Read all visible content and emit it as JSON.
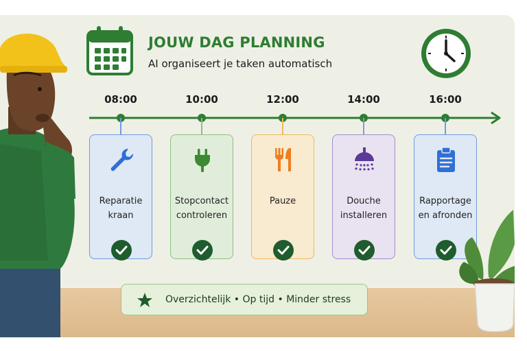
{
  "header": {
    "title": "JOUW DAG PLANNING",
    "subtitle": "AI organiseert je taken automatisch",
    "calendar_icon": "calendar-icon",
    "clock_icon": "clock-icon"
  },
  "timeline": {
    "times": [
      "08:00",
      "10:00",
      "12:00",
      "14:00",
      "16:00"
    ]
  },
  "tasks": [
    {
      "line1": "Reparatie",
      "line2": "kraan",
      "icon": "wrench-icon",
      "color": "#2f6fd6"
    },
    {
      "line1": "Stopcontact",
      "line2": "controleren",
      "icon": "plug-icon",
      "color": "#3c8a34"
    },
    {
      "line1": "Pauze",
      "line2": "",
      "icon": "fork-knife-icon",
      "color": "#ef7d1f"
    },
    {
      "line1": "Douche",
      "line2": "installeren",
      "icon": "shower-icon",
      "color": "#5c3a97"
    },
    {
      "line1": "Rapportage",
      "line2": "en afronden",
      "icon": "clipboard-icon",
      "color": "#2f6fd6"
    }
  ],
  "banner": {
    "text": "Overzichtelijk • Op tijd • Minder stress",
    "icon": "star-icon"
  },
  "colors": {
    "accent": "#2e7d32",
    "check": "#1f5c2e"
  }
}
